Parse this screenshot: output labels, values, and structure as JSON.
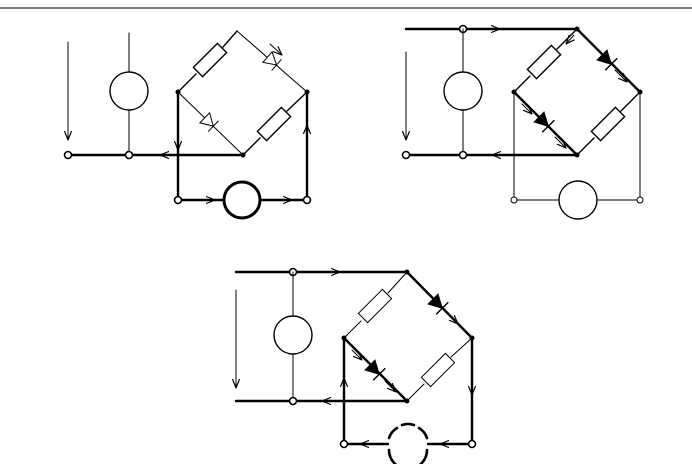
{
  "figure": {
    "panels": [
      {
        "id": "top-left",
        "components": [
          "voltage-source",
          "resistor",
          "resistor",
          "diode-open",
          "diode-open",
          "load-ammeter"
        ],
        "conduction": "thin"
      },
      {
        "id": "top-right",
        "components": [
          "voltage-source",
          "resistor",
          "resistor",
          "diode-solid",
          "diode-solid",
          "load-open"
        ],
        "conduction": "thick"
      },
      {
        "id": "bottom",
        "components": [
          "voltage-source",
          "resistor",
          "resistor",
          "diode-solid",
          "diode-solid",
          "load-dashed"
        ],
        "conduction": "thick"
      }
    ],
    "colors": {
      "ink": "#000000",
      "paper": "#ffffff"
    }
  }
}
